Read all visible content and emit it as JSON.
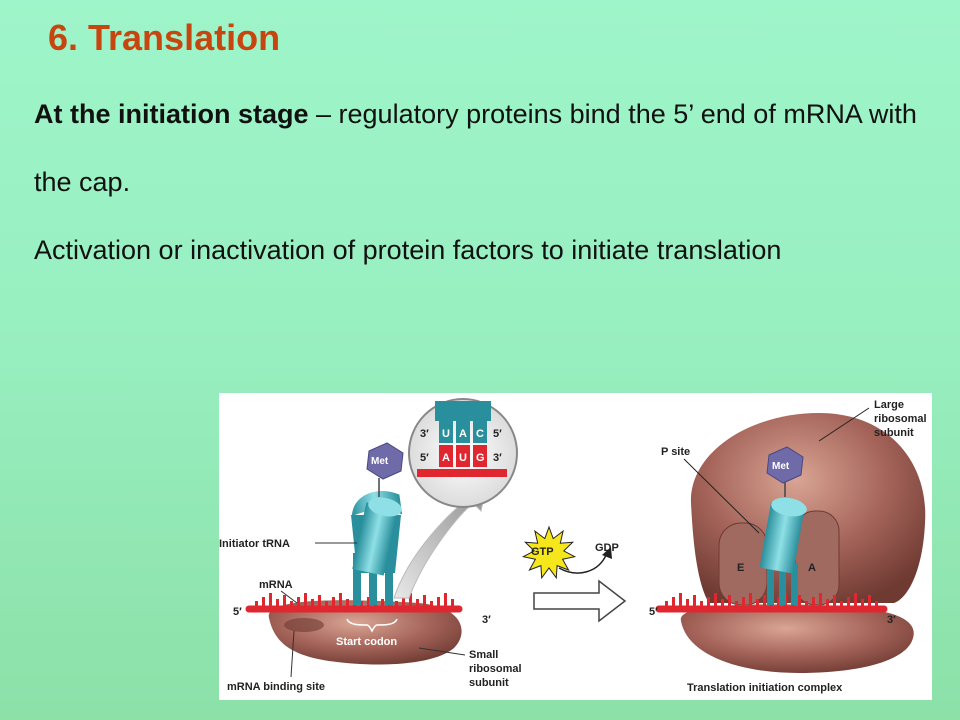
{
  "slide": {
    "title": "6. Translation",
    "para1_bold": "At the initiation stage",
    "para1_rest": " – regulatory proteins bind the 5’ end of mRNA with the cap.",
    "para2": "Activation or inactivation of protein factors to initiate translation"
  },
  "figure": {
    "left": {
      "met": "Met",
      "initiator_trna": "Initiator tRNA",
      "mrna": "mRNA",
      "five_prime": "5′",
      "three_prime": "3′",
      "start_codon": "Start codon",
      "small_subunit_1": "Small",
      "small_subunit_2": "ribosomal",
      "small_subunit_3": "subunit",
      "mrna_binding_site": "mRNA binding site"
    },
    "inset": {
      "top_5": "3′",
      "top_3": "5′",
      "bottom_5": "5′",
      "bottom_3": "3′",
      "anticodon": [
        "U",
        "A",
        "C"
      ],
      "codon": [
        "A",
        "U",
        "G"
      ]
    },
    "middle": {
      "gtp": "GTP",
      "gdp": "GDP"
    },
    "right": {
      "large_subunit_1": "Large",
      "large_subunit_2": "ribosomal",
      "large_subunit_3": "subunit",
      "p_site": "P site",
      "met": "Met",
      "e_site": "E",
      "a_site": "A",
      "five_prime": "5′",
      "three_prime": "3′",
      "complex": "Translation initiation complex"
    }
  },
  "colors": {
    "title": "#c7450e",
    "ribosome": "#9c5a4c",
    "trna": "#3fb3c0",
    "mrna": "#e0262e",
    "met": "#6f6aa8"
  }
}
